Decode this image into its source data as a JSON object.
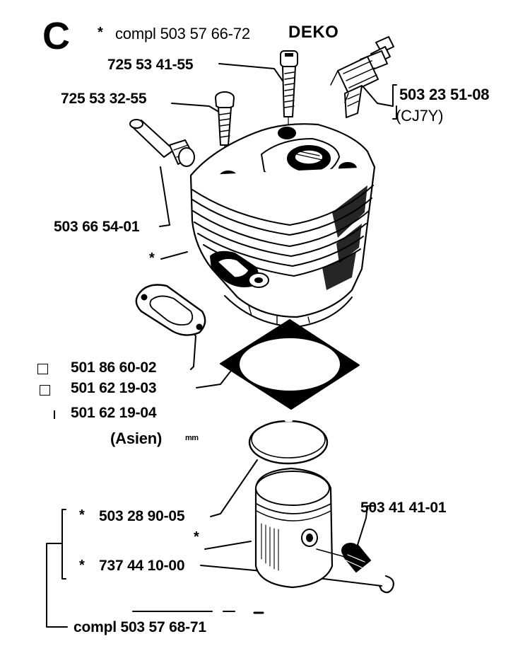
{
  "section": {
    "letter": "C"
  },
  "header": {
    "star": "*",
    "compl": "compl 503 57 66-72",
    "deko": "DEKO"
  },
  "parts": {
    "screw_long": "725 53 41-55",
    "screw_short": "725 53 32-55",
    "spark_plug": "503 23 51-08",
    "spark_plug_type": "(CJ7Y)",
    "decompression_valve": "503 66 54-01",
    "gasket_exhaust": "501 86 60-02",
    "gasket_base_1": "501 62 19-03",
    "gasket_base_2": "501 62 19-04",
    "asien": "(Asien)",
    "asien_unit": "mm",
    "piston_ring": "503 28 90-05",
    "piston": "737 44 10-00",
    "piston_pin": "503 41 41-01",
    "compl_bottom": "compl 503 57 68-71"
  },
  "markers": {
    "star": "*"
  }
}
